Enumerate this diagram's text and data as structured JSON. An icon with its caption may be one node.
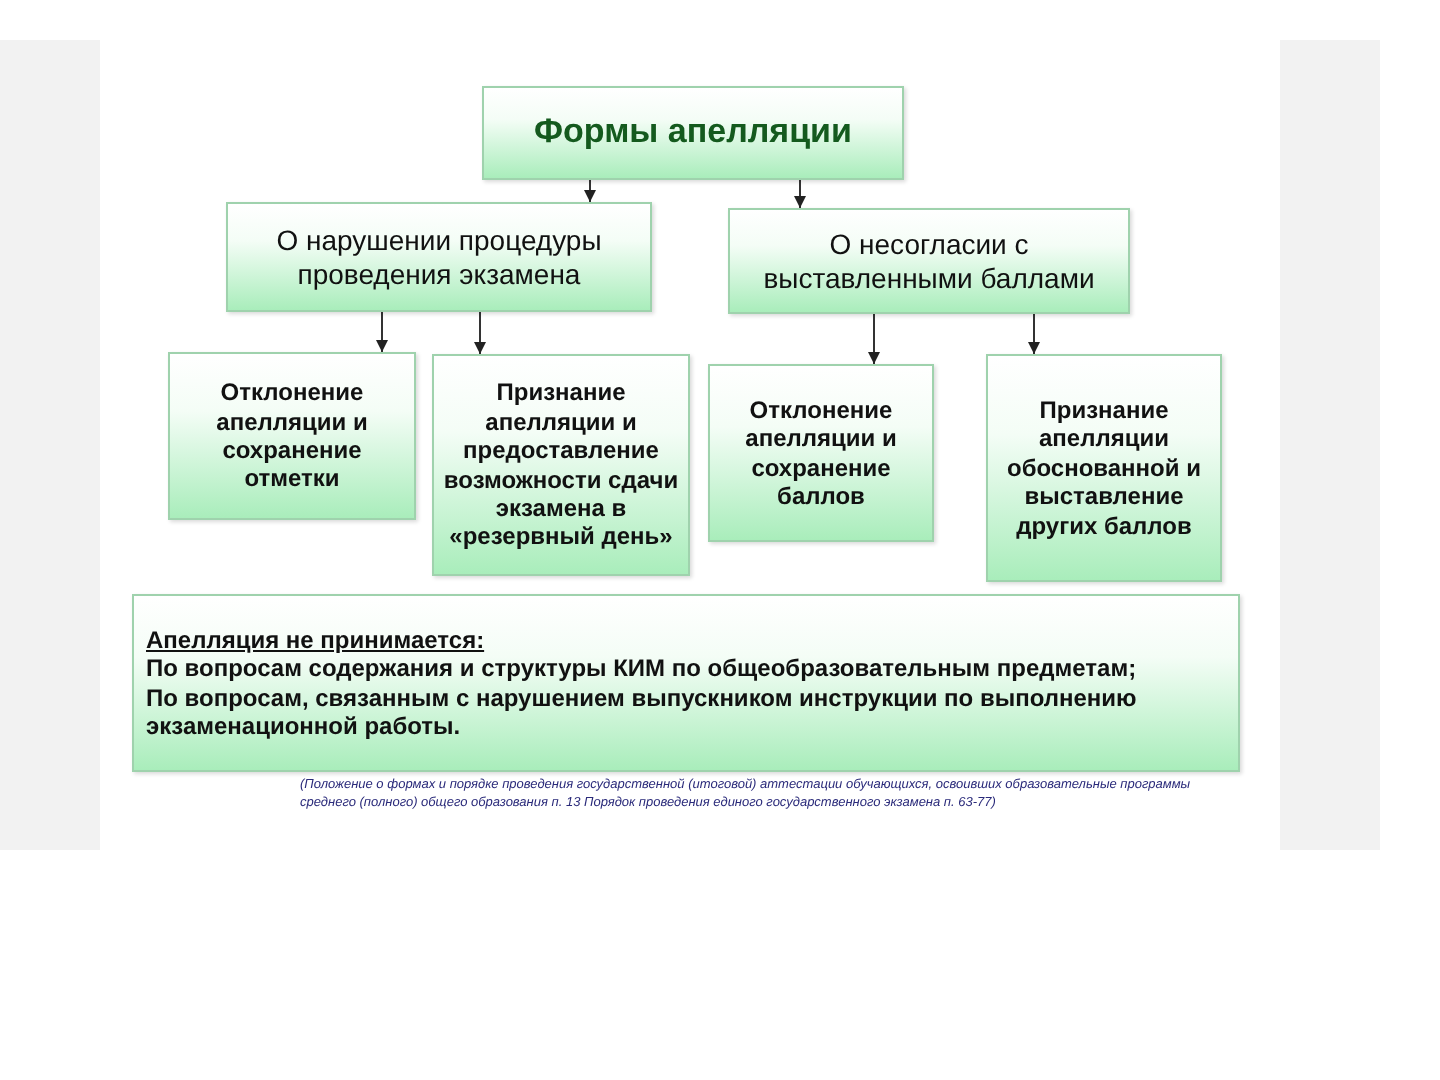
{
  "diagram": {
    "nodes": [
      {
        "text": [
          "Формы апелляции"
        ]
      },
      {
        "text": [
          "О нарушении процедуры проведения экзамена"
        ]
      },
      {
        "text": [
          "О несогласии с выставленными баллами"
        ]
      },
      {
        "text": [
          "Отклонение апелляции и сохранение отметки"
        ]
      },
      {
        "text": [
          "Признание апелляции и предоставление возможности сдачи экзамена в «резервный день»"
        ]
      },
      {
        "text": [
          "Отклонение апелляции и сохранение баллов"
        ]
      },
      {
        "text": [
          "Признание апелляции обоснованной и выставление других баллов"
        ]
      },
      {
        "text": [
          "Апелляция не принимается:",
          "По вопросам содержания и структуры КИМ  по общеобразовательным предметам;",
          "По вопросам, связанным с нарушением выпускником инструкции по выполнению экзаменационной работы."
        ]
      }
    ],
    "edges": [
      {
        "from": 0,
        "to": 1,
        "arrow": "to"
      },
      {
        "from": 0,
        "to": 2,
        "arrow": "to"
      },
      {
        "from": 1,
        "to": 3,
        "arrow": "to"
      },
      {
        "from": 1,
        "to": 4,
        "arrow": "to"
      },
      {
        "from": 2,
        "to": 5,
        "arrow": "to"
      },
      {
        "from": 2,
        "to": 6,
        "arrow": "to"
      }
    ],
    "labels": [
      "(Положение о формах и порядке проведения государственной (итоговой) аттестации обучающихся, освоивших образовательные программы среднего (полного) общего образования п. 13 Порядок проведения единого государственного экзамена п. 63-77)"
    ]
  }
}
